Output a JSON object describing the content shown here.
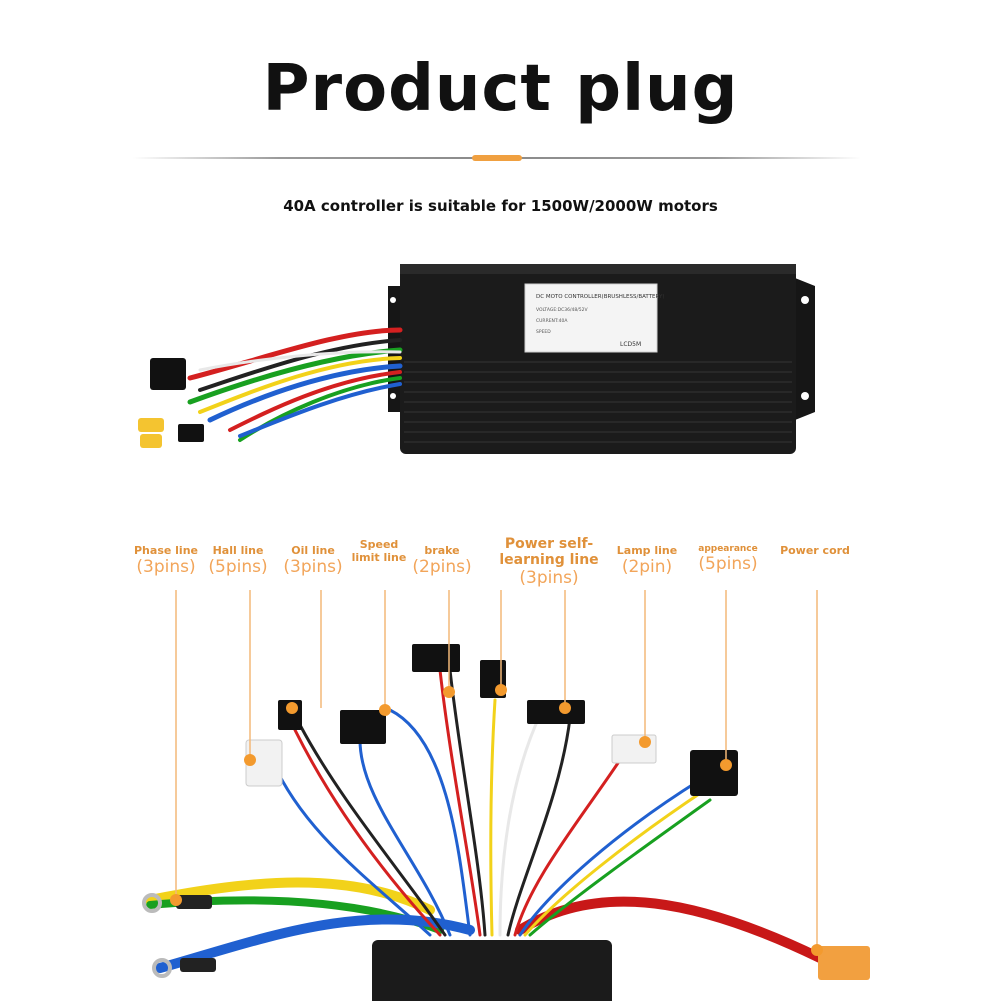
{
  "header": {
    "title": "Product plug",
    "subtitle": "40A controller is suitable for 1500W/2000W motors"
  },
  "controller_label": {
    "line1": "DC MOTO CONTROLLER(BRUSHLESS/BATTERY)",
    "line2": "VOLTAGE:DC36/48/52V",
    "line3": "CURRENT:40A",
    "line4": "SPEED",
    "model": "LCD5M"
  },
  "callouts": [
    {
      "name": "Phase line",
      "pins": "(3pins)"
    },
    {
      "name": "Hall line",
      "pins": "(5pins)"
    },
    {
      "name": "Oil line",
      "pins": "(3pins)"
    },
    {
      "name": "Speed limit line",
      "pins": ""
    },
    {
      "name": "brake",
      "pins": "(2pins)"
    },
    {
      "name": "Power self-learning line",
      "pins": "(3pins)"
    },
    {
      "name": "Lamp line",
      "pins": "(2pin)"
    },
    {
      "name": "appearance",
      "pins": "(5pins)"
    },
    {
      "name": "Power cord",
      "pins": ""
    }
  ],
  "colors": {
    "accent": "#f0a040",
    "callout": "#e0913a",
    "dot": "#f39a2e",
    "controller_body": "#1a1a1a"
  }
}
